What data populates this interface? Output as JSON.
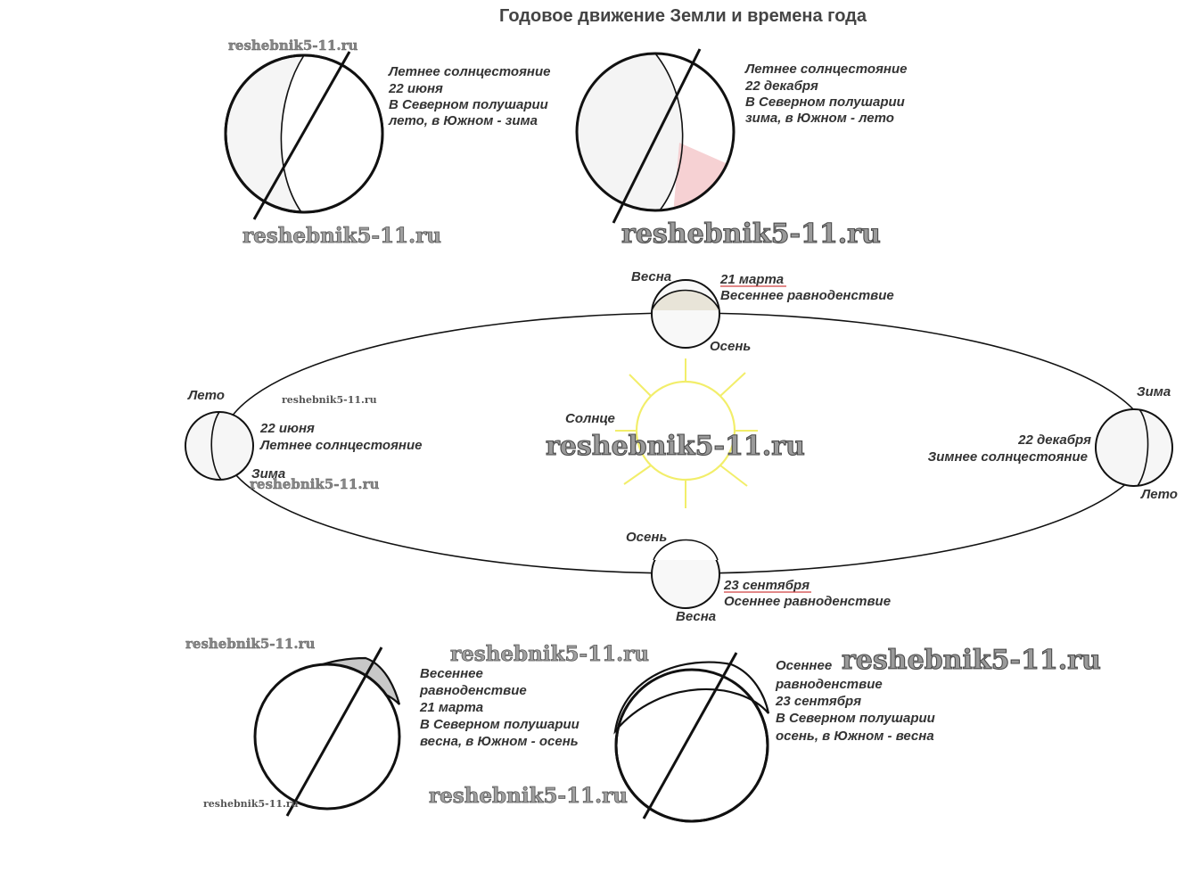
{
  "title": "Годовое движение Земли и времена года",
  "watermark": "reshebnik5-11.ru",
  "panels": {
    "summer_solstice": {
      "lines": [
        "Летнее солнцестояние",
        "22 июня",
        "В Северном полушарии",
        "лето, в Южном - зима"
      ]
    },
    "winter_solstice": {
      "lines": [
        "Летнее солнцестояние",
        "22 декабря",
        "В Северном полушарии",
        "зима, в Южном - лето"
      ]
    },
    "spring_equinox": {
      "lines": [
        "Весеннее",
        "равноденствие",
        "21 марта",
        "В Северном полушарии",
        "весна, в Южном - осень"
      ]
    },
    "autumn_equinox": {
      "lines": [
        "Осеннее",
        "равноденствие",
        "23 сентября",
        "В Северном полушарии",
        "осень, в Южном - весна"
      ]
    }
  },
  "orbit": {
    "sun_label": "Солнце",
    "top": {
      "north": "Весна",
      "south": "Осень",
      "date": "21 марта",
      "event": "Весеннее равноденствие"
    },
    "left": {
      "north": "Лето",
      "south": "Зима",
      "date": "22 июня",
      "event": "Летнее солнцестояние"
    },
    "right": {
      "north": "Зима",
      "south": "Лето",
      "date": "22 декабря",
      "event": "Зимнее солнцестояние"
    },
    "bottom": {
      "north": "Осень",
      "south": "Весна",
      "date": "23 сентября",
      "event": "Осеннее равноденствие"
    }
  },
  "colors": {
    "sun": "#f2ee6a",
    "underline": "#d04040",
    "winter_shade": "#f4c6c8",
    "spring_shade": "#c8c8c8"
  }
}
